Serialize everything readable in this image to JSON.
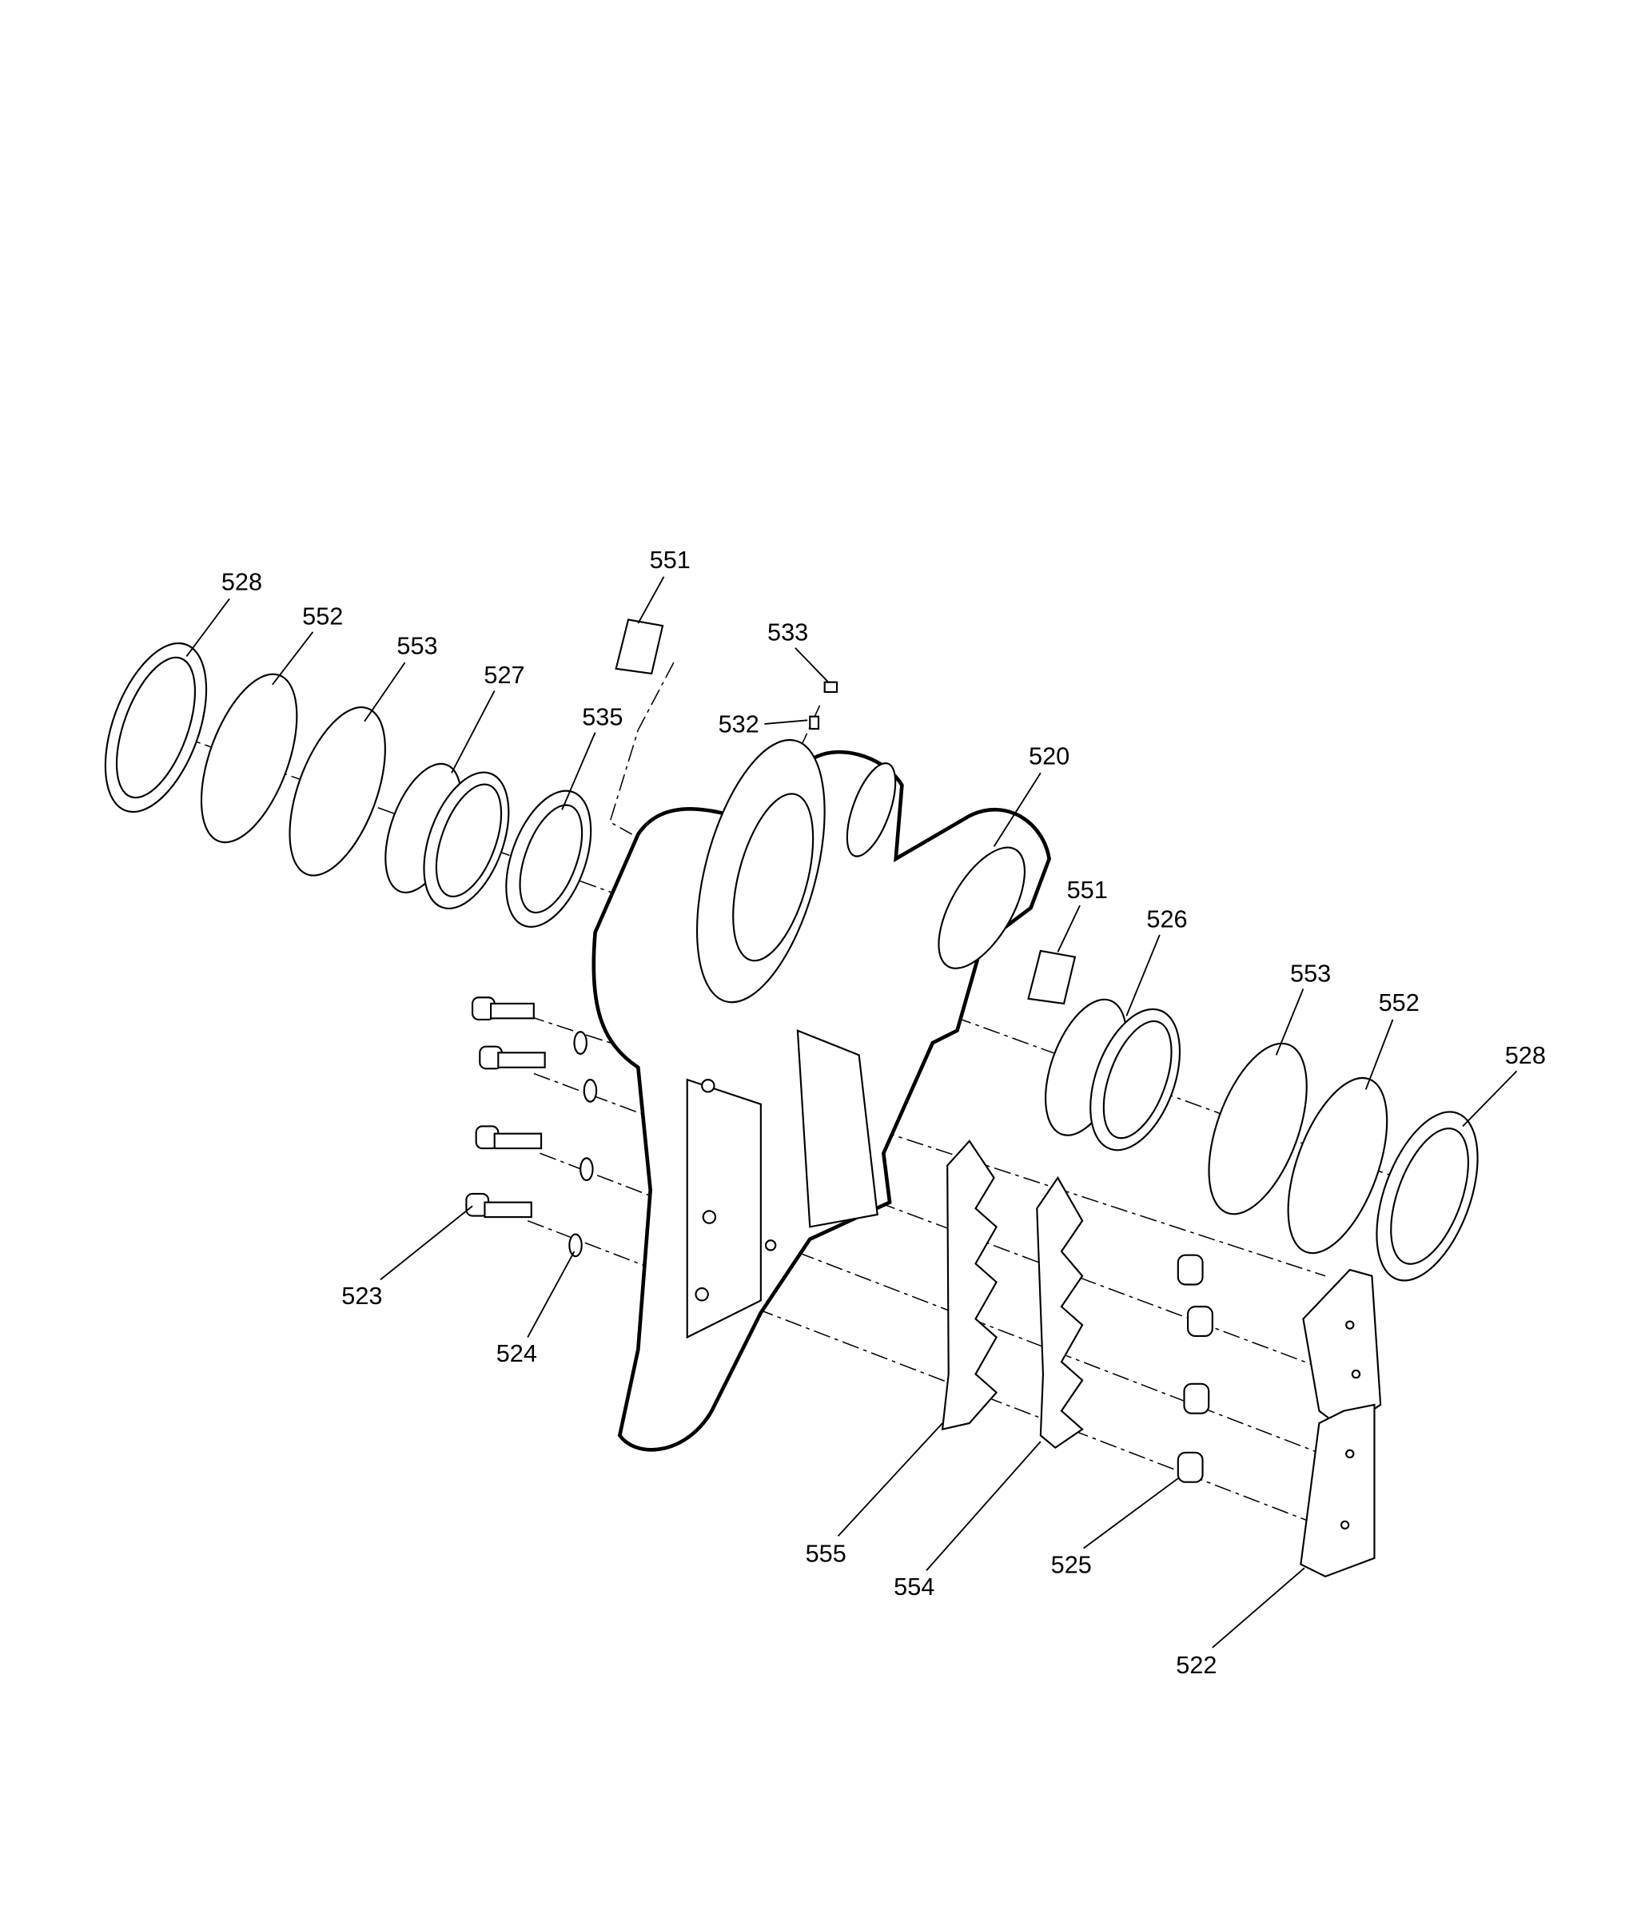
{
  "diagram": {
    "type": "exploded-parts-view",
    "callouts": {
      "c528a": "528",
      "c552a": "552",
      "c553a": "553",
      "c527": "527",
      "c535": "535",
      "c551a": "551",
      "c533": "533",
      "c532": "532",
      "c520": "520",
      "c551b": "551",
      "c526": "526",
      "c553b": "553",
      "c552b": "552",
      "c528b": "528",
      "c523": "523",
      "c524": "524",
      "c555": "555",
      "c554": "554",
      "c525": "525",
      "c522": "522"
    }
  }
}
